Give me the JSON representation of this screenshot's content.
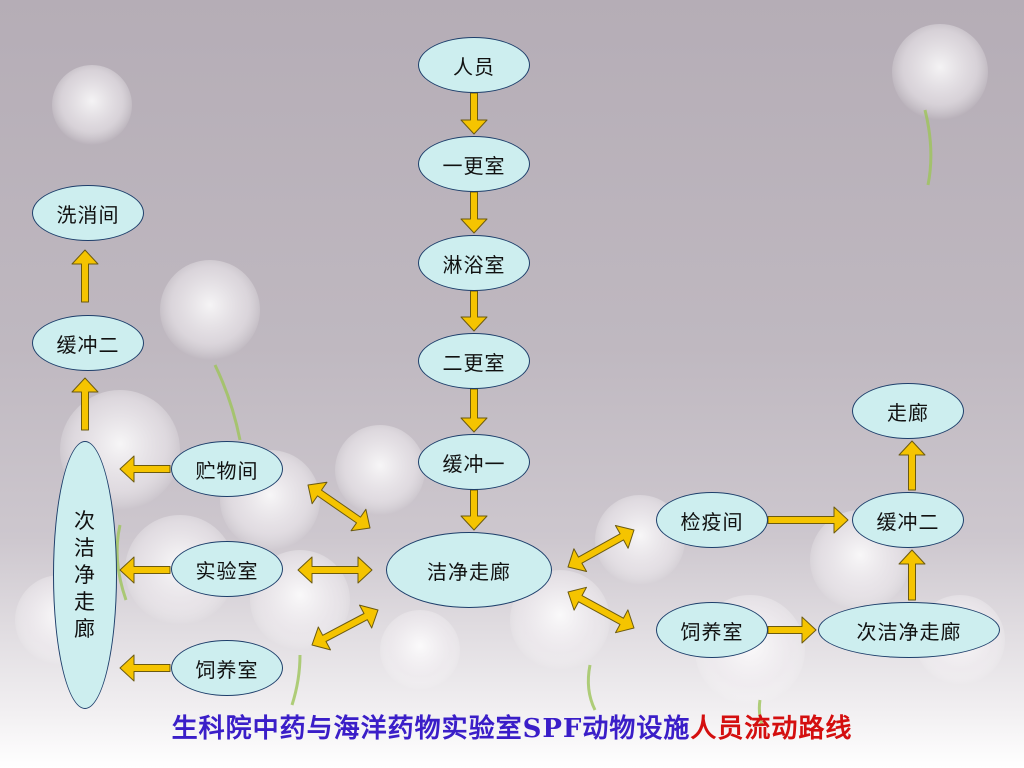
{
  "diagram": {
    "nodes": {
      "personnel": "人员",
      "first_change_room": "一更室",
      "shower_room": "淋浴室",
      "second_change_room": "二更室",
      "buffer_one": "缓冲一",
      "clean_corridor": "洁净走廊",
      "storage_room": "贮物间",
      "lab_room": "实验室",
      "feeding_room_left": "饲养室",
      "secondary_clean_corridor_left": "次洁净走廊",
      "buffer_two_left": "缓冲二",
      "wash_room": "洗消间",
      "quarantine_room": "检疫间",
      "buffer_two_right": "缓冲二",
      "corridor_exit": "走廊",
      "feeding_room_right": "饲养室",
      "secondary_clean_corridor_right": "次洁净走廊"
    },
    "edges": [
      {
        "from": "personnel",
        "to": "first_change_room",
        "direction": "one-way"
      },
      {
        "from": "first_change_room",
        "to": "shower_room",
        "direction": "one-way"
      },
      {
        "from": "shower_room",
        "to": "second_change_room",
        "direction": "one-way"
      },
      {
        "from": "second_change_room",
        "to": "buffer_one",
        "direction": "one-way"
      },
      {
        "from": "buffer_one",
        "to": "clean_corridor",
        "direction": "one-way"
      },
      {
        "from": "clean_corridor",
        "to": "storage_room",
        "direction": "two-way"
      },
      {
        "from": "clean_corridor",
        "to": "lab_room",
        "direction": "two-way"
      },
      {
        "from": "clean_corridor",
        "to": "feeding_room_left",
        "direction": "two-way"
      },
      {
        "from": "storage_room",
        "to": "secondary_clean_corridor_left",
        "direction": "one-way"
      },
      {
        "from": "lab_room",
        "to": "secondary_clean_corridor_left",
        "direction": "one-way"
      },
      {
        "from": "feeding_room_left",
        "to": "secondary_clean_corridor_left",
        "direction": "one-way"
      },
      {
        "from": "secondary_clean_corridor_left",
        "to": "buffer_two_left",
        "direction": "one-way"
      },
      {
        "from": "buffer_two_left",
        "to": "wash_room",
        "direction": "one-way"
      },
      {
        "from": "clean_corridor",
        "to": "quarantine_room",
        "direction": "two-way"
      },
      {
        "from": "clean_corridor",
        "to": "feeding_room_right",
        "direction": "two-way"
      },
      {
        "from": "quarantine_room",
        "to": "buffer_two_right",
        "direction": "one-way"
      },
      {
        "from": "feeding_room_right",
        "to": "secondary_clean_corridor_right",
        "direction": "one-way"
      },
      {
        "from": "secondary_clean_corridor_right",
        "to": "buffer_two_right",
        "direction": "one-way"
      },
      {
        "from": "buffer_two_right",
        "to": "corridor_exit",
        "direction": "one-way"
      }
    ]
  },
  "footer": {
    "title_part1": "生科院中药与海洋药物实验室SPF动物设施",
    "title_part2": "人员流动路线"
  },
  "colors": {
    "arrow_fill": "#f5c400",
    "arrow_stroke": "#6b5a10",
    "node_fill": "#cdeeef",
    "node_border": "#1e3f6b",
    "title_part1": "#3a1ec8",
    "title_part2": "#d40f0f"
  }
}
